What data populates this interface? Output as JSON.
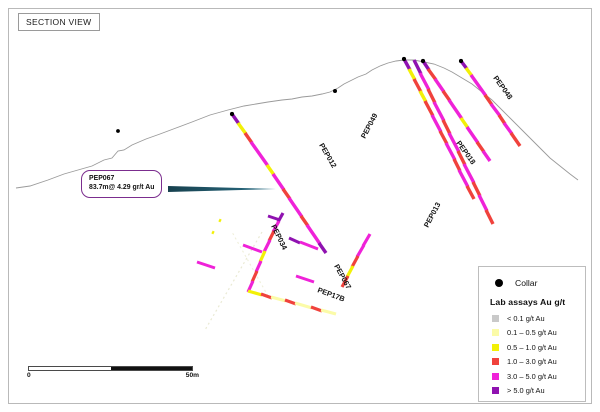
{
  "title_box": {
    "label": "SECTION VIEW"
  },
  "callout": {
    "hole_id": "PEP067",
    "intercept": "83.7m@ 4.29 gr/t Au"
  },
  "legend": {
    "collar_label": "Collar",
    "collar_icon": "filled-circle-icon",
    "heading": "Lab assays Au g/t",
    "classes": [
      {
        "label": "< 0.1 g/t Au",
        "color": "#c9c9c9"
      },
      {
        "label": "0.1 – 0.5 g/t Au",
        "color": "#fbfba8"
      },
      {
        "label": "0.5 – 1.0 g/t Au",
        "color": "#f2f007"
      },
      {
        "label": "1.0 – 3.0 g/t Au",
        "color": "#f0423c"
      },
      {
        "label": "3.0 – 5.0 g/t Au",
        "color": "#ef22d8"
      },
      {
        "label": "> 5.0 g/t Au",
        "color": "#8f12b0"
      }
    ]
  },
  "scale_bar": {
    "min_label": "0",
    "max_label": "50m"
  },
  "drill_holes": [
    {
      "id": "PEP048",
      "label": "PEP048"
    },
    {
      "id": "PEP018",
      "label": "PEP018"
    },
    {
      "id": "PEP049",
      "label": "PEP049"
    },
    {
      "id": "PEP012",
      "label": "PEP012"
    },
    {
      "id": "PEP013",
      "label": "PEP013"
    },
    {
      "id": "PEP034",
      "label": "PEP034"
    },
    {
      "id": "PEP067",
      "label": "PEP067"
    },
    {
      "id": "PEP17B",
      "label": "PEP17B"
    }
  ],
  "colors": {
    "topography": "#9a9a9a",
    "collar": "#000000",
    "callout_border": "#7b2d8e",
    "leader_line": "#1c4f63"
  }
}
